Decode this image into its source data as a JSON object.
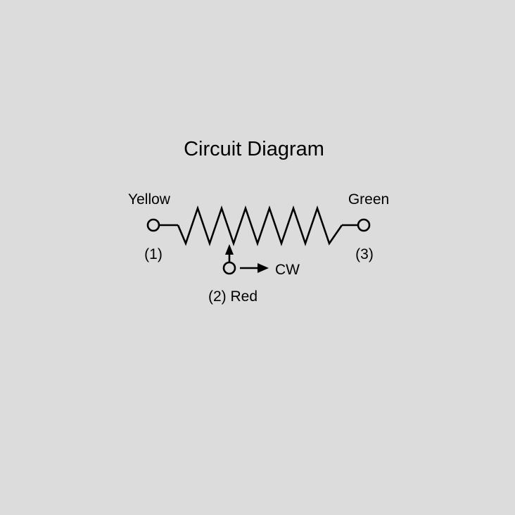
{
  "diagram": {
    "title": "Circuit Diagram",
    "terminals": {
      "left": {
        "color_label": "Yellow",
        "number_label": "(1)"
      },
      "wiper": {
        "label": "(2) Red"
      },
      "right": {
        "color_label": "Green",
        "number_label": "(3)"
      }
    },
    "direction_label": "CW"
  }
}
